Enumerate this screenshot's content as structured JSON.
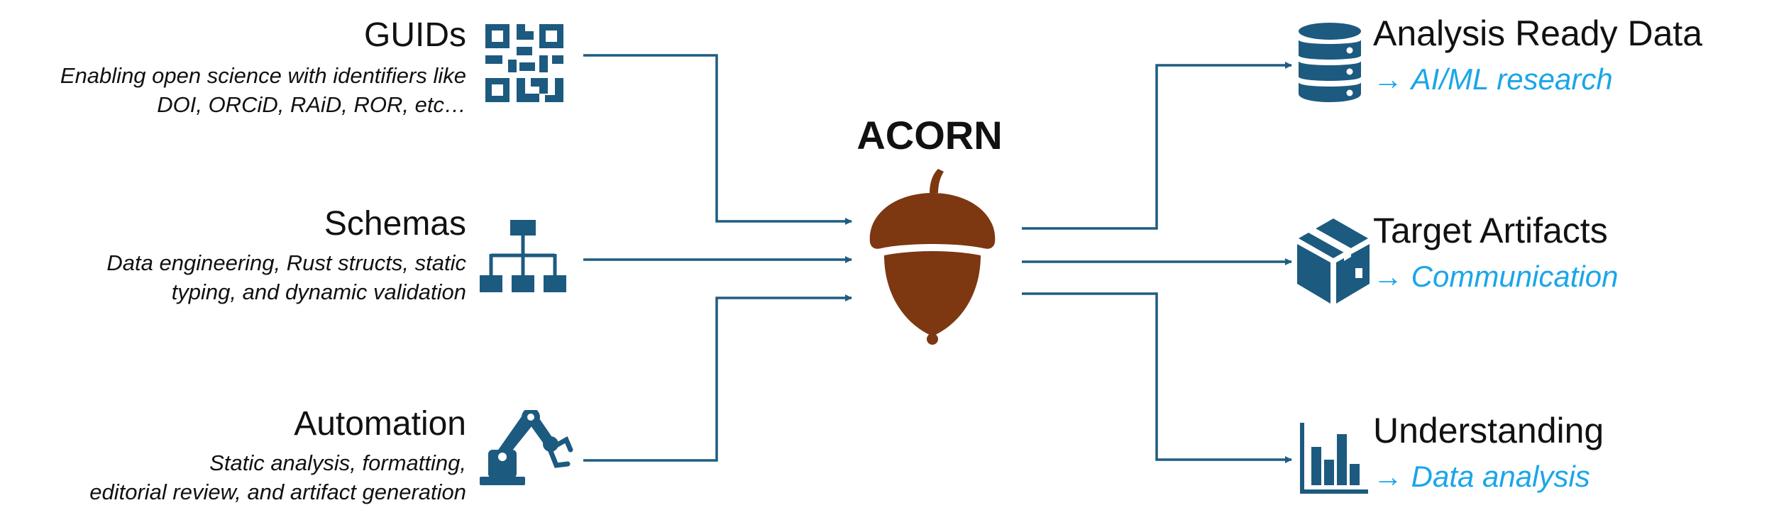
{
  "center": {
    "title": "ACORN",
    "icon": "acorn-icon",
    "colors": {
      "acorn": "#7d3711",
      "connector": "#1f5c82"
    }
  },
  "inputs": [
    {
      "title": "GUIDs",
      "description_lines": [
        "Enabling open science with identifiers like",
        "DOI, ORCiD, RAiD, ROR, etc…"
      ],
      "icon": "qr-code-icon"
    },
    {
      "title": "Schemas",
      "description_lines": [
        "Data engineering, Rust structs, static",
        "typing, and dynamic validation"
      ],
      "icon": "hierarchy-icon"
    },
    {
      "title": "Automation",
      "description_lines": [
        "Static analysis, formatting,",
        "editorial review, and artifact generation"
      ],
      "icon": "robot-arm-icon"
    }
  ],
  "outputs": [
    {
      "title": "Analysis Ready Data",
      "arrow": "→",
      "subtitle": "AI/ML research",
      "icon": "database-icon"
    },
    {
      "title": "Target Artifacts",
      "arrow": "→",
      "subtitle": "Communication",
      "icon": "package-icon"
    },
    {
      "title": "Understanding",
      "arrow": "→",
      "subtitle": "Data analysis",
      "icon": "bar-chart-icon"
    }
  ],
  "colors": {
    "icon": "#1d5a80",
    "subtitle": "#1aa6e8",
    "text": "#111111"
  }
}
